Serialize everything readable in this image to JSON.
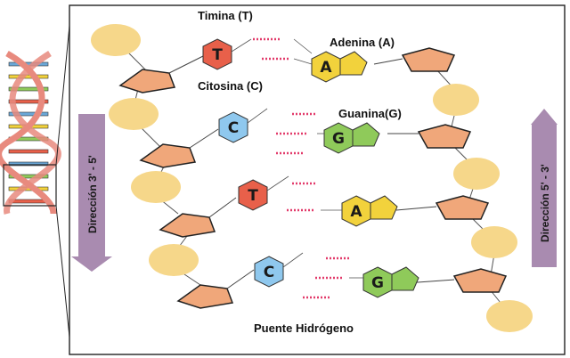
{
  "labels": {
    "thymine": "Timina (T)",
    "adenine": "Adenina (A)",
    "cytosine": "Citosina (C)",
    "guanine": "Guanina(G)",
    "hydrogen_bond": "Puente Hidrógeno",
    "direction_left": "Dirección 3' - 5'",
    "direction_right": "Dirección 5' - 3'"
  },
  "bases_left": [
    "T",
    "C",
    "T",
    "C"
  ],
  "bases_right": [
    "A",
    "G",
    "A",
    "G"
  ],
  "colors": {
    "thymine": "#e8604a",
    "adenine": "#f2d23c",
    "cytosine": "#8fc8ee",
    "guanine": "#8fca5a",
    "phosphate": "#f6d78a",
    "sugar": "#f0a77a",
    "hbond": "#e23a6a",
    "arrow": "#a98bb0"
  }
}
